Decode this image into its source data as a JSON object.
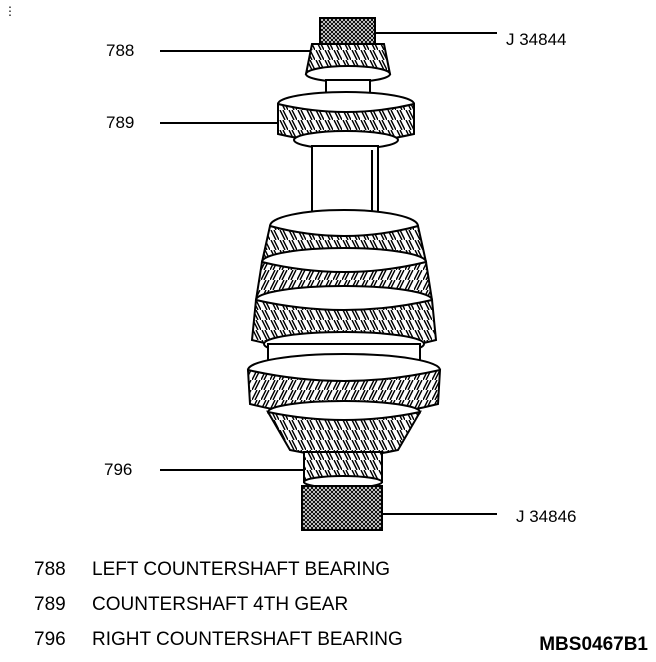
{
  "diagram": {
    "callouts": {
      "c788": "788",
      "c789": "789",
      "c796": "796",
      "tool_top": "J 34844",
      "tool_bottom": "J 34846"
    },
    "legend": [
      {
        "number": "788",
        "description": "LEFT COUNTERSHAFT BEARING"
      },
      {
        "number": "789",
        "description": "COUNTERSHAFT 4TH GEAR"
      },
      {
        "number": "796",
        "description": "RIGHT COUNTERSHAFT BEARING"
      }
    ],
    "figure_id": "MBS0467B1"
  }
}
